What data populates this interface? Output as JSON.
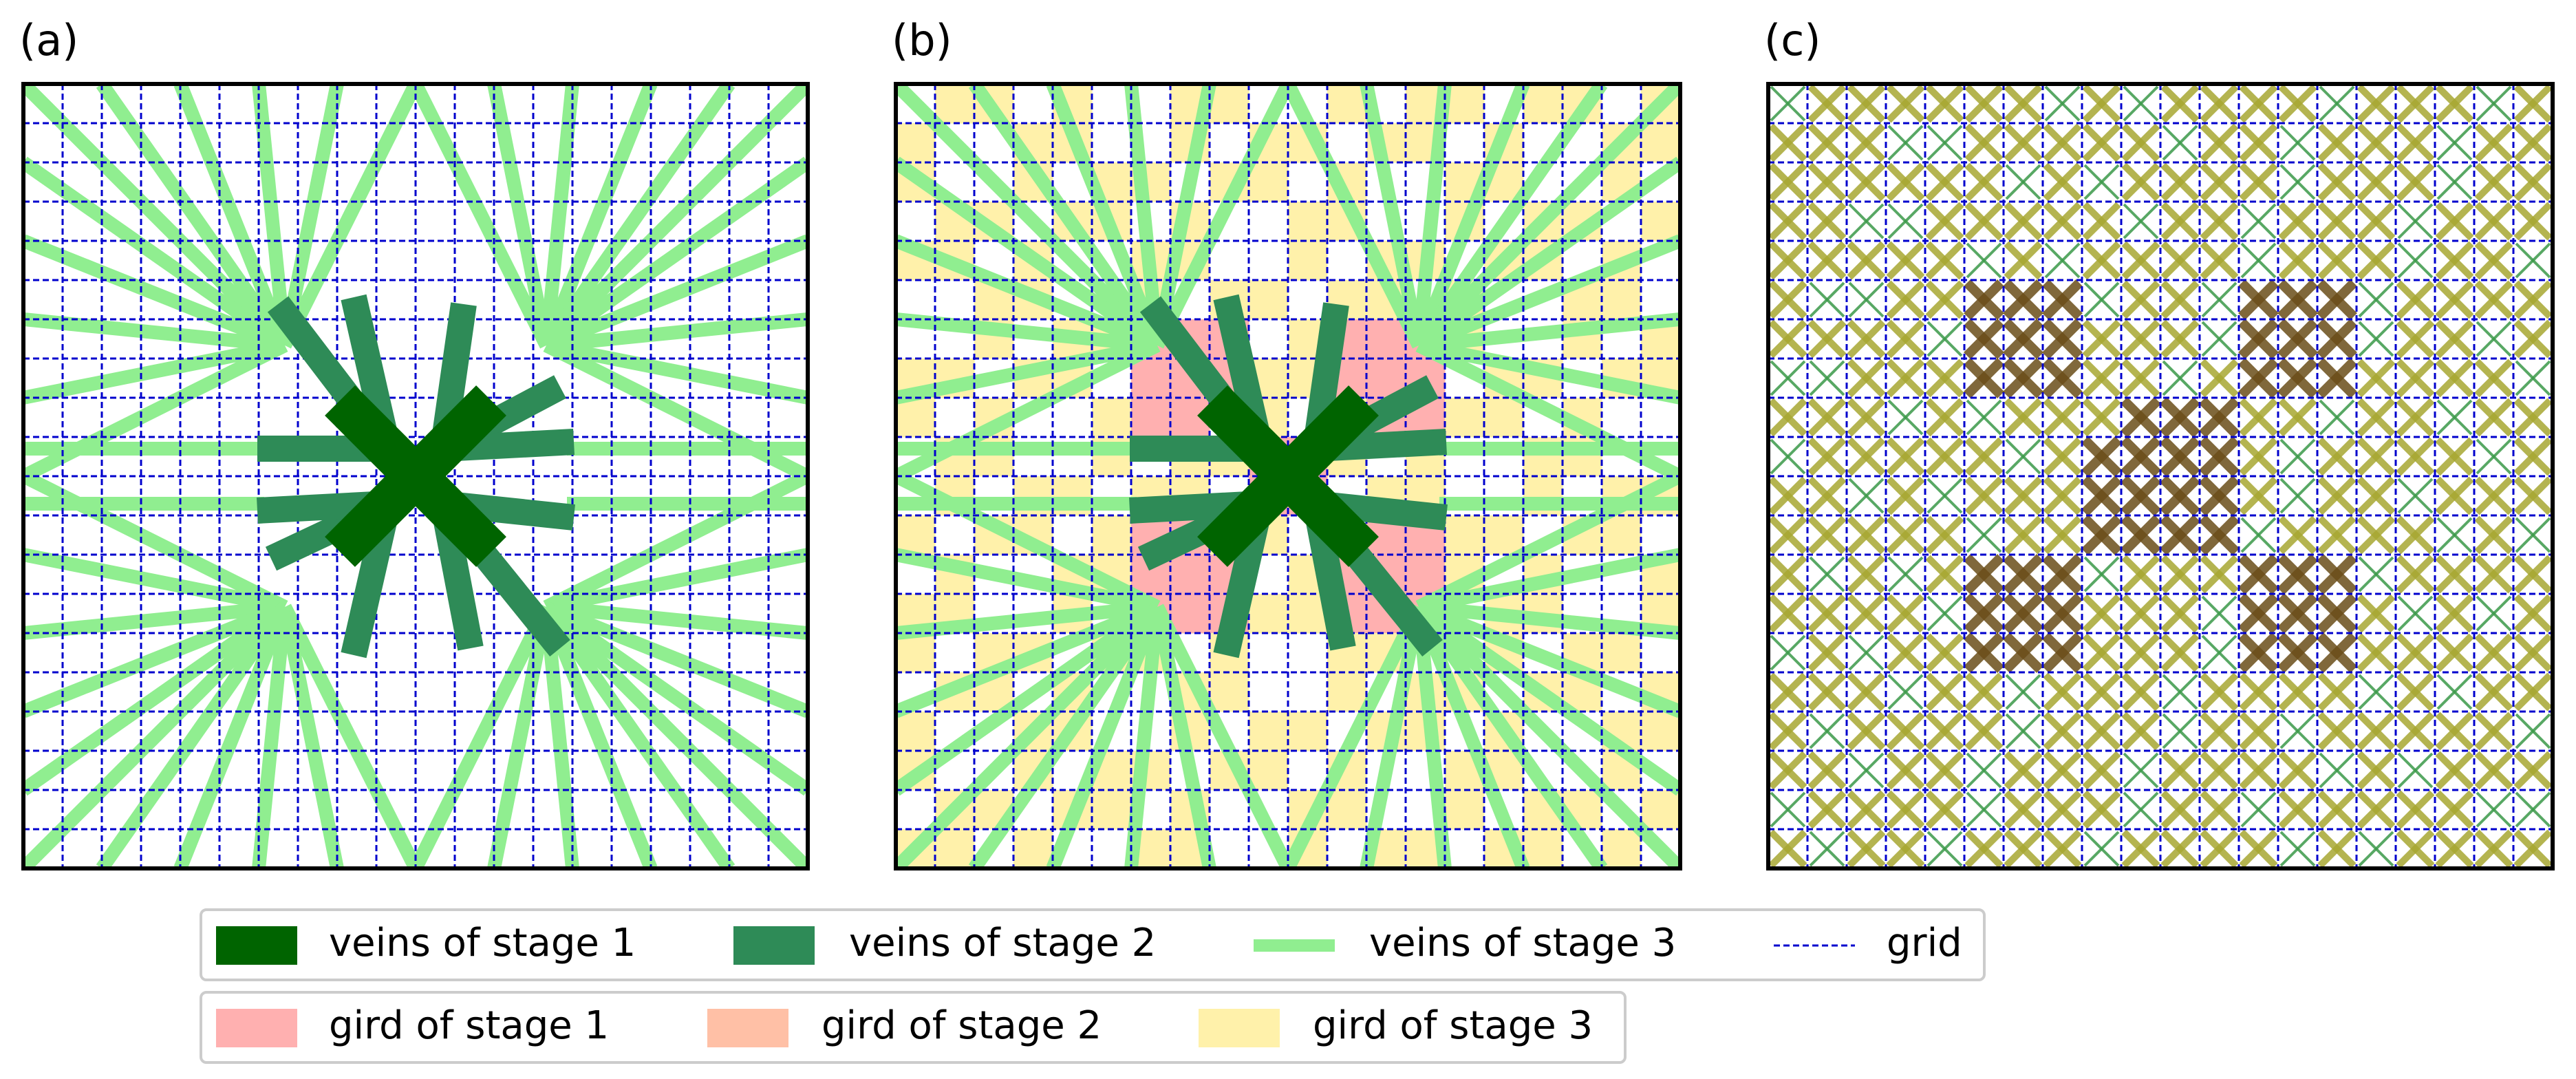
{
  "panels": [
    {
      "id": "a",
      "label": "(a)"
    },
    {
      "id": "b",
      "label": "(b)"
    },
    {
      "id": "c",
      "label": "(c)"
    }
  ],
  "grid_cells": 20,
  "legend": {
    "row1": [
      {
        "key": "veins1",
        "label": "veins of stage 1",
        "color": "#006400",
        "kind": "patch"
      },
      {
        "key": "veins2",
        "label": "veins of stage 2",
        "color": "#2e8b57",
        "kind": "patch"
      },
      {
        "key": "veins3",
        "label": "veins of stage 3",
        "color": "#90ee90",
        "kind": "line"
      },
      {
        "key": "grid",
        "label": "grid",
        "color": "#0000cd",
        "kind": "dashed"
      }
    ],
    "row2": [
      {
        "key": "gird1",
        "label": "gird of stage 1",
        "color": "#ffb0b0",
        "kind": "patch"
      },
      {
        "key": "gird2",
        "label": "gird of stage 2",
        "color": "#ffc0a6",
        "kind": "patch"
      },
      {
        "key": "gird3",
        "label": "gird of stage 3",
        "color": "#fff1aa",
        "kind": "patch"
      }
    ]
  },
  "colors": {
    "veins1": "#006400",
    "veins2": "#2e8b57",
    "veins3": "#90ee90",
    "grid": "#0000cd",
    "gird1": "#ffb0b0",
    "gird2": "#ffc0a6",
    "gird3": "#fff1aa",
    "cross_light": "#a8a832",
    "cross_green": "#3c9a4a",
    "cross_dark": "#6b4e1a",
    "frame": "#000000"
  }
}
